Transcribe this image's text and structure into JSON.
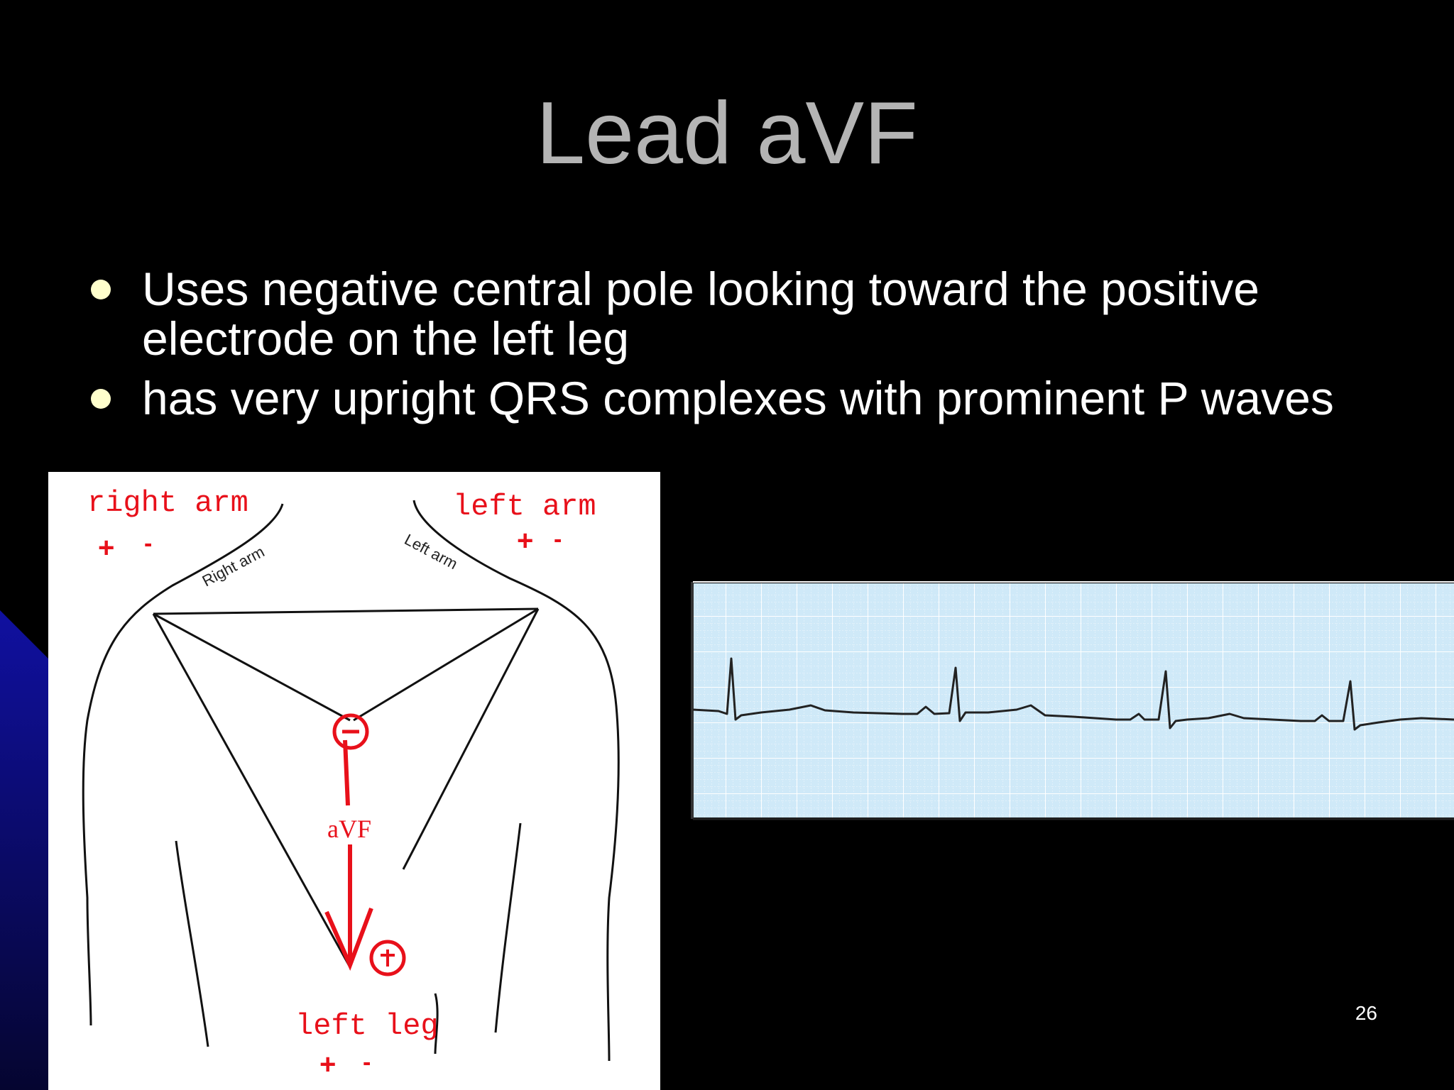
{
  "slide": {
    "title": "Lead aVF",
    "bullets": [
      "Uses negative central pole looking toward the positive electrode on the left leg",
      "has very upright QRS complexes with prominent P waves"
    ],
    "page_number": "26"
  },
  "diagram": {
    "right_arm_label": "right arm",
    "left_arm_label": "left arm",
    "right_arm_plus": "+",
    "right_arm_minus": "-",
    "left_arm_plus": "+",
    "left_arm_minus": "-",
    "right_arm_tag": "Right arm",
    "left_arm_tag": "Left arm",
    "lead_label": "aVF",
    "left_leg_label": "left leg",
    "left_leg_plus": "+",
    "left_leg_minus": "-",
    "negative_pole_symbol": "−",
    "positive_pole_symbol": "+"
  },
  "colors": {
    "title": "#b4b4b4",
    "bullet_dot": "#ffffcc",
    "diagram_red": "#e8101a",
    "ecg_grid": "#cfe9f8"
  }
}
